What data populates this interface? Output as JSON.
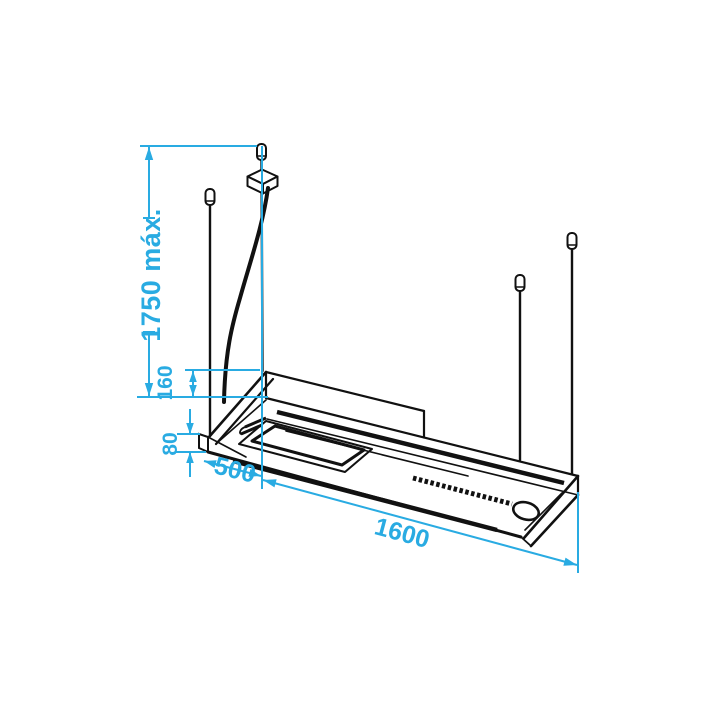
{
  "drawing": {
    "type": "installation dimension drawing",
    "subject": "ceiling-suspended island extractor hood with four suspension cables, ceiling rose and power cord",
    "units": "mm",
    "colors": {
      "line": "#111111",
      "dimension": "#29ABE2",
      "background": "#ffffff"
    },
    "labels": {
      "max_suspension": "1750 máx.",
      "plenum_height": "160",
      "body_height": "80",
      "depth": "500",
      "length": "1600"
    }
  }
}
